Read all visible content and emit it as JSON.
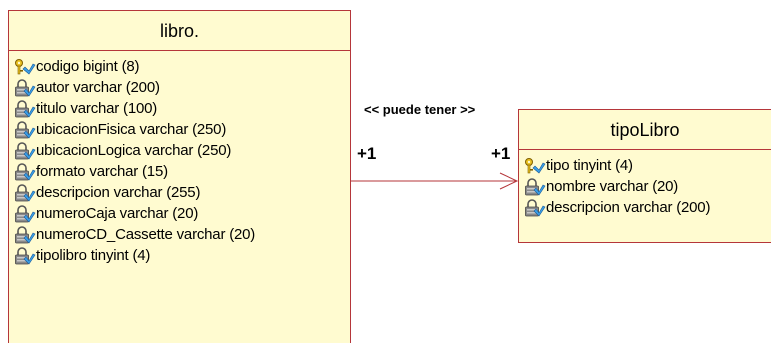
{
  "entities": {
    "libro": {
      "title": "libro.",
      "attributes": [
        {
          "text": "codigo bigint (8)",
          "icon": "key-icon"
        },
        {
          "text": "autor varchar (200)",
          "icon": "lock-icon"
        },
        {
          "text": "titulo varchar (100)",
          "icon": "lock-icon"
        },
        {
          "text": "ubicacionFisica varchar (250)",
          "icon": "lock-icon"
        },
        {
          "text": "ubicacionLogica varchar (250)",
          "icon": "lock-icon"
        },
        {
          "text": "formato varchar (15)",
          "icon": "lock-icon"
        },
        {
          "text": "descripcion varchar (255)",
          "icon": "lock-icon"
        },
        {
          "text": "numeroCaja varchar (20)",
          "icon": "lock-icon"
        },
        {
          "text": "numeroCD_Cassette varchar (20)",
          "icon": "lock-icon"
        },
        {
          "text": "tipolibro tinyint (4)",
          "icon": "lock-icon"
        }
      ]
    },
    "tipoLibro": {
      "title": "tipoLibro",
      "attributes": [
        {
          "text": "tipo tinyint (4)",
          "icon": "key-icon"
        },
        {
          "text": "nombre varchar (20)",
          "icon": "lock-icon"
        },
        {
          "text": "descripcion varchar (200)",
          "icon": "lock-icon"
        }
      ]
    }
  },
  "relationship": {
    "stereotype": "<< puede tener >>",
    "source_multiplicity": "+1",
    "target_multiplicity": "+1"
  },
  "colors": {
    "entity_fill": "#fffbd0",
    "entity_border": "#b5363a",
    "connector": "#b5363a"
  }
}
